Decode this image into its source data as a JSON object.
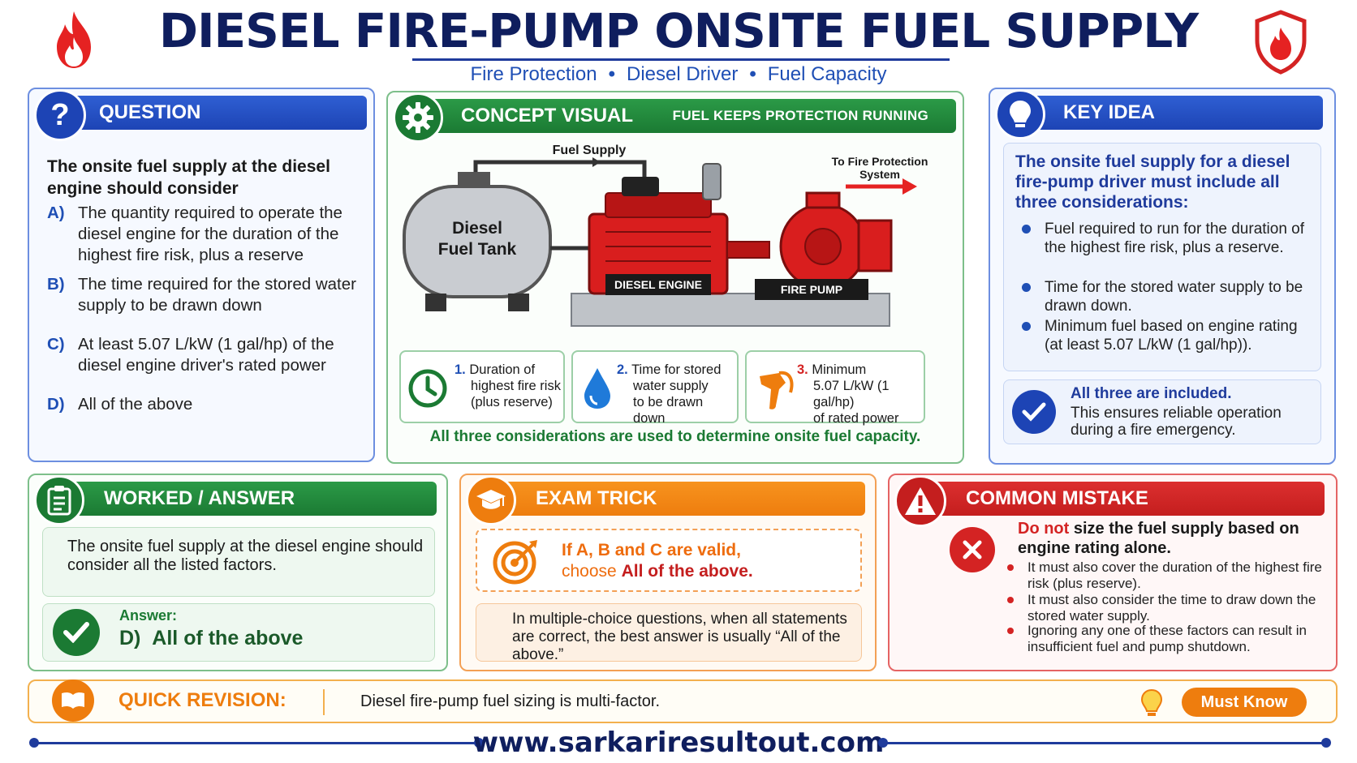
{
  "header": {
    "title": "DIESEL FIRE-PUMP ONSITE FUEL SUPPLY",
    "tags": [
      "Fire Protection",
      "Diesel Driver",
      "Fuel Capacity"
    ],
    "dot": "•"
  },
  "question": {
    "heading": "QUESTION",
    "icon_char": "?",
    "stem": "The onsite fuel supply at the diesel engine should consider",
    "options": [
      {
        "letter": "A)",
        "text": "The quantity required to operate the diesel engine for the duration of the highest fire risk, plus a reserve"
      },
      {
        "letter": "B)",
        "text": "The time required for the stored water supply to be drawn down"
      },
      {
        "letter": "C)",
        "text": "At least 5.07 L/kW (1 gal/hp) of the diesel engine driver's rated power"
      },
      {
        "letter": "D)",
        "text": "All of the above"
      }
    ]
  },
  "concept": {
    "heading": "CONCEPT VISUAL",
    "subheading": "FUEL KEEPS PROTECTION RUNNING",
    "labels": {
      "fuel_supply": "Fuel Supply",
      "to_fire_line1": "To Fire Protection",
      "to_fire_line2": "System",
      "tank_line1": "Diesel",
      "tank_line2": "Fuel Tank",
      "engine": "DIESEL ENGINE",
      "pump": "FIRE PUMP"
    },
    "cards": [
      {
        "num": "1.",
        "line1": "Duration of",
        "line2": "highest fire risk",
        "line3": "(plus reserve)"
      },
      {
        "num": "2.",
        "line1": "Time for stored",
        "line2": "water supply",
        "line3": "to be drawn down"
      },
      {
        "num": "3.",
        "line1": "Minimum",
        "line2": "5.07 L/kW (1 gal/hp)",
        "line3": "of rated power"
      }
    ],
    "footer": "All three considerations are used to determine onsite fuel capacity.",
    "colors": {
      "tank": "#c9ccd1",
      "engine": "#d91e1e",
      "accent": "#1b7a33"
    }
  },
  "key_idea": {
    "heading": "KEY IDEA",
    "lead": "The onsite fuel supply for a diesel fire-pump driver must include all three considerations:",
    "bullets": [
      "Fuel required to run for the duration of the highest fire risk, plus a reserve.",
      "Time for the stored water supply to be drawn down.",
      "Minimum fuel based on engine rating (at least 5.07 L/kW (1 gal/hp))."
    ],
    "ok_title": "All three are included.",
    "ok_text": "This ensures reliable operation during a fire emergency."
  },
  "worked": {
    "heading": "WORKED / ANSWER",
    "text": "The onsite fuel supply at the diesel engine should consider all the listed factors.",
    "answer_label": "Answer:",
    "answer_letter": "D)",
    "answer_text": "All of the above"
  },
  "trick": {
    "heading": "EXAM TRICK",
    "line1": "If A, B and C are valid,",
    "line2_pre": "choose ",
    "line2_bold": "All of the above.",
    "note": "In multiple-choice questions, when all statements are correct, the best answer is usually “All of the above.”"
  },
  "mistake": {
    "heading": "COMMON MISTAKE",
    "lead_red": "Do not",
    "lead_rest": " size the fuel supply based on engine rating alone.",
    "bullets": [
      "It must also cover the duration of the highest fire risk (plus reserve).",
      "It must also consider the time to draw down the stored water supply.",
      "Ignoring any one of these factors can result in insufficient fuel and pump shutdown."
    ]
  },
  "revision": {
    "label": "QUICK REVISION:",
    "text": "Diesel fire-pump fuel sizing is multi-factor.",
    "badge": "Must Know"
  },
  "footer": {
    "site": "www.sarkariresultout.com"
  }
}
